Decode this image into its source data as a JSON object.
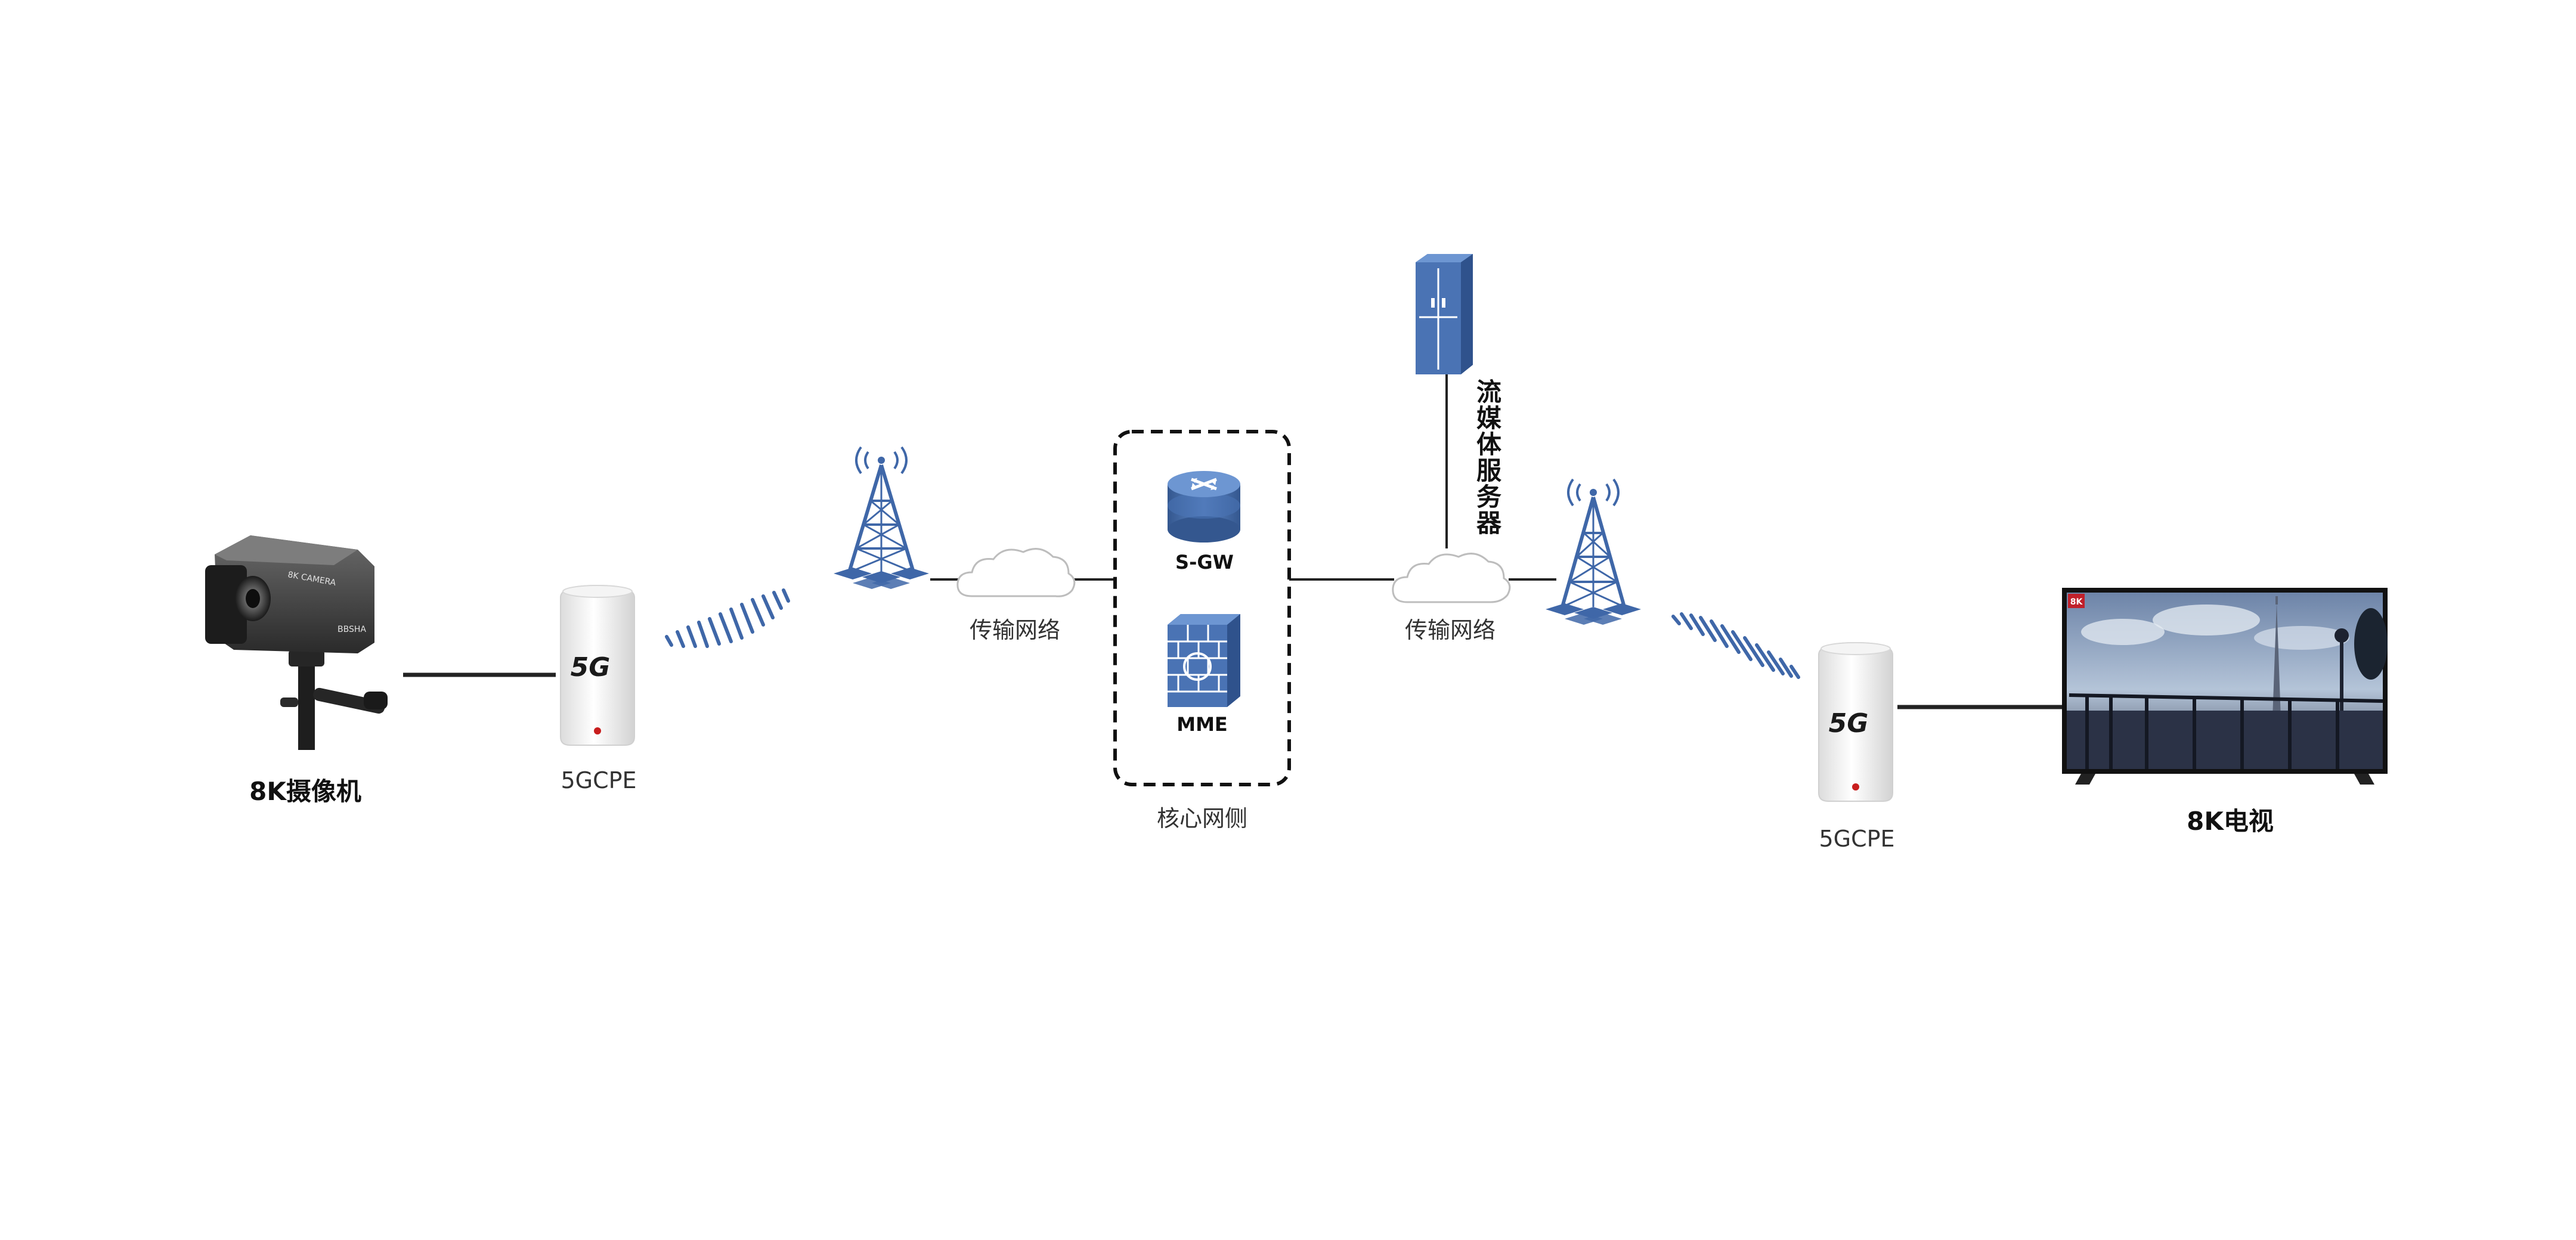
{
  "labels": {
    "camera": "8K摄像机",
    "cpe_left": "5GCPE",
    "cpe_right": "5GCPE",
    "transport_left": "传输网络",
    "transport_right": "传输网络",
    "sgw": "S-GW",
    "mme": "MME",
    "core_side": "核心网侧",
    "streaming_server": "流媒体服务器",
    "tv": "8K电视"
  },
  "device_text": {
    "cpe_badge_left": "5G",
    "cpe_badge_right": "5G",
    "camera_brand": "8K CAMERA",
    "camera_model": "BBSHA",
    "tv_badge": "8K"
  },
  "colors": {
    "network_blue": "#3f67a8",
    "line": "#222222"
  }
}
